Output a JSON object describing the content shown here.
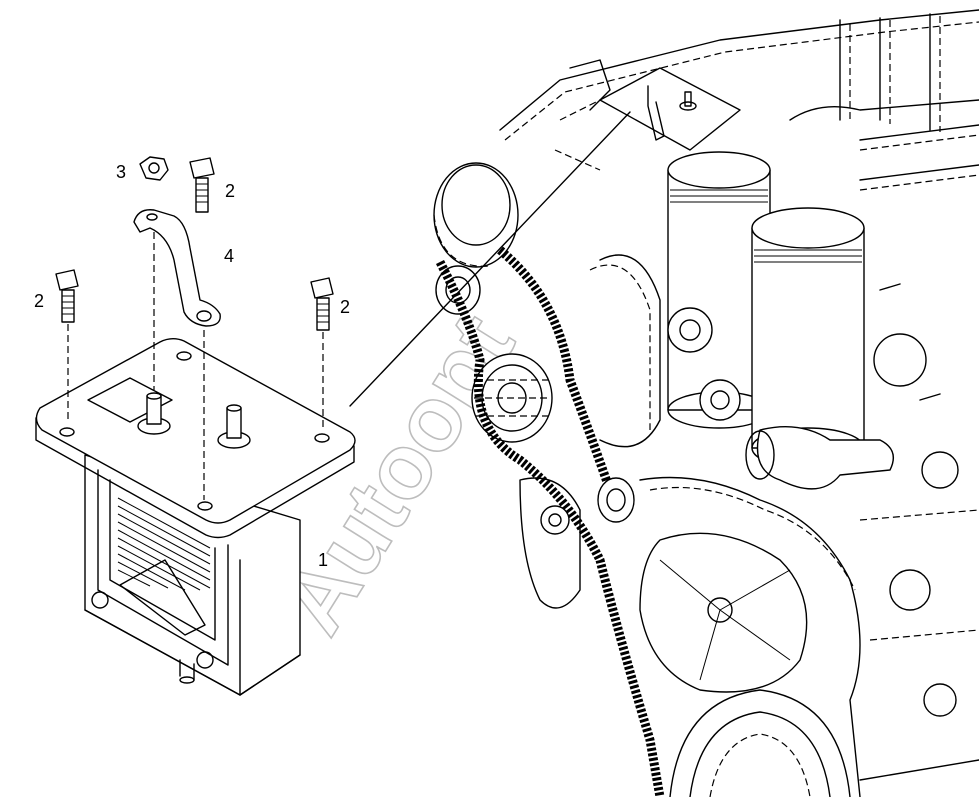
{
  "callouts": {
    "part_1": "1",
    "part_2_a": "2",
    "part_2_b": "2",
    "part_2_c": "2",
    "part_3": "3",
    "part_4": "4"
  },
  "watermark": "Autoopt"
}
